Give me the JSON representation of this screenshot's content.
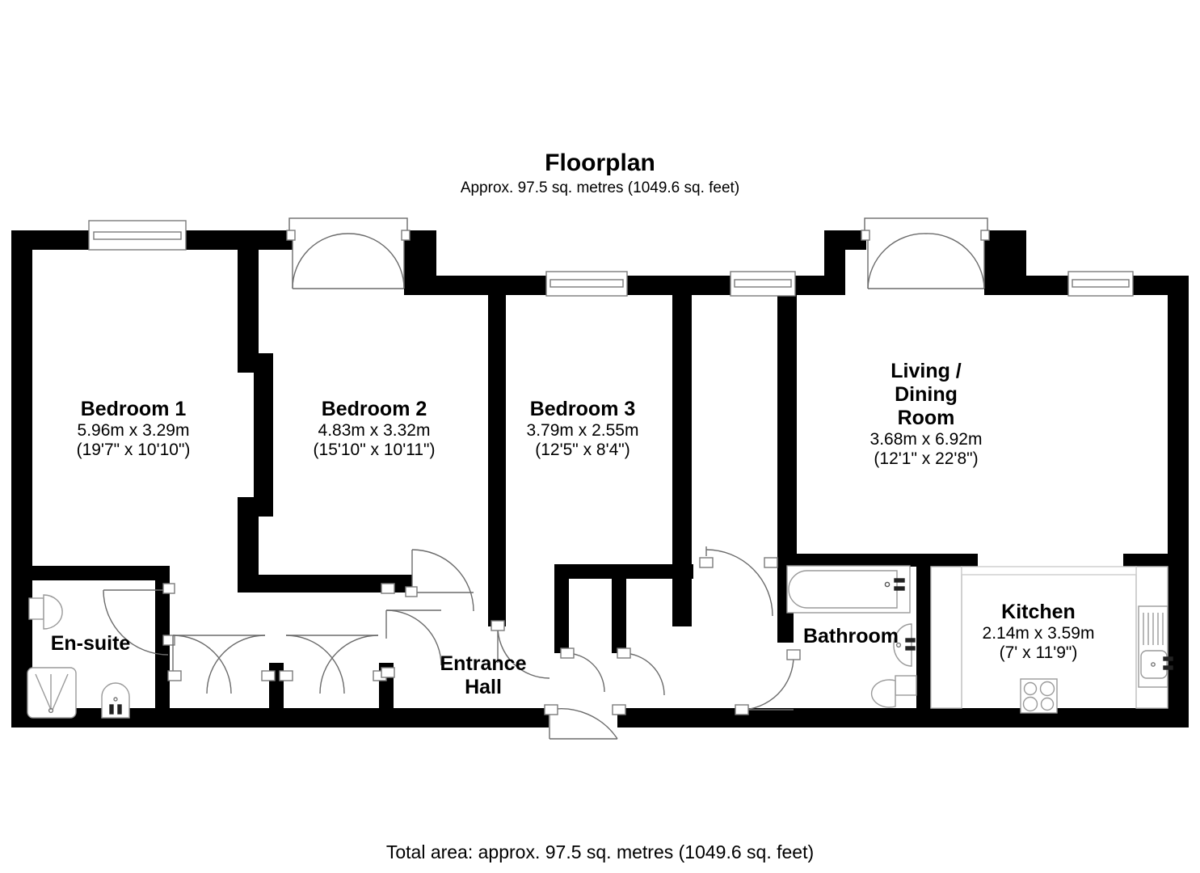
{
  "header": {
    "title": "Floorplan",
    "subtitle": "Approx. 97.5 sq. metres (1049.6 sq. feet)"
  },
  "footer": {
    "total_area": "Total area: approx. 97.5 sq. metres (1049.6 sq. feet)"
  },
  "colors": {
    "wall": "#000000",
    "background": "#ffffff",
    "fixture_stroke": "#808080",
    "door_stroke": "#555555",
    "text": "#000000"
  },
  "rooms": [
    {
      "id": "bedroom-1",
      "name": "Bedroom 1",
      "dim_metric": "5.96m x 3.29m",
      "dim_imperial": "(19'7\" x 10'10\")"
    },
    {
      "id": "bedroom-2",
      "name": "Bedroom 2",
      "dim_metric": "4.83m x 3.32m",
      "dim_imperial": "(15'10\" x 10'11\")"
    },
    {
      "id": "bedroom-3",
      "name": "Bedroom 3",
      "dim_metric": "3.79m x 2.55m",
      "dim_imperial": "(12'5\" x 8'4\")"
    },
    {
      "id": "living-dining-room",
      "name": "Living /\nDining\nRoom",
      "dim_metric": "3.68m x 6.92m",
      "dim_imperial": "(12'1\" x 22'8\")"
    },
    {
      "id": "kitchen",
      "name": "Kitchen",
      "dim_metric": "2.14m x 3.59m",
      "dim_imperial": "(7' x 11'9\")"
    },
    {
      "id": "en-suite",
      "name": "En-suite",
      "dim_metric": "",
      "dim_imperial": ""
    },
    {
      "id": "bathroom",
      "name": "Bathroom",
      "dim_metric": "",
      "dim_imperial": ""
    },
    {
      "id": "entrance-hall",
      "name": "Entrance\nHall",
      "dim_metric": "",
      "dim_imperial": ""
    }
  ],
  "fixtures": [
    {
      "id": "bathtub",
      "room": "bathroom",
      "icon": "bathtub-icon"
    },
    {
      "id": "bathroom-sink",
      "room": "bathroom",
      "icon": "sink-icon"
    },
    {
      "id": "bathroom-toilet",
      "room": "bathroom",
      "icon": "toilet-icon"
    },
    {
      "id": "ensuite-toilet",
      "room": "en-suite",
      "icon": "toilet-icon"
    },
    {
      "id": "ensuite-shower",
      "room": "en-suite",
      "icon": "shower-tray-icon"
    },
    {
      "id": "ensuite-sink",
      "room": "en-suite",
      "icon": "sink-icon"
    },
    {
      "id": "kitchen-sink",
      "room": "kitchen",
      "icon": "sink-drainer-icon"
    },
    {
      "id": "kitchen-hob",
      "room": "kitchen",
      "icon": "hob-icon"
    }
  ],
  "openings": [
    {
      "id": "window-bedroom1-top",
      "type": "window"
    },
    {
      "id": "door-bedroom2-french-top",
      "type": "double-door"
    },
    {
      "id": "window-bedroom2-top",
      "type": "window"
    },
    {
      "id": "window-bedroom3-top",
      "type": "window"
    },
    {
      "id": "door-living-french-top",
      "type": "double-door"
    },
    {
      "id": "window-kitchen-top",
      "type": "window"
    },
    {
      "id": "door-ensuite",
      "type": "door"
    },
    {
      "id": "door-cupboard-1",
      "type": "door"
    },
    {
      "id": "door-cupboard-2",
      "type": "door"
    },
    {
      "id": "door-bedroom2-hall",
      "type": "door"
    },
    {
      "id": "door-bedroom3-hall",
      "type": "door"
    },
    {
      "id": "door-storage-1",
      "type": "door"
    },
    {
      "id": "door-storage-2",
      "type": "door"
    },
    {
      "id": "door-living-hall",
      "type": "door"
    },
    {
      "id": "door-bathroom",
      "type": "door"
    },
    {
      "id": "door-entrance",
      "type": "door"
    }
  ]
}
